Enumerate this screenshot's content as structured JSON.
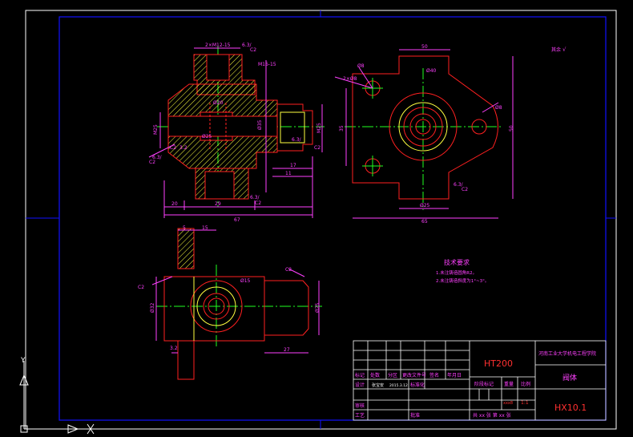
{
  "colors": {
    "background": "#000000",
    "frame_blue": "#1010ff",
    "frame_white": "#ffffff",
    "outline": "#ff2020",
    "hatch": "#ffff40",
    "centerline": "#20ff20",
    "dimension": "#ff40ff",
    "title_block": "#ffffff",
    "title_text_red": "#ff3030",
    "title_text_magenta": "#ff40ff"
  },
  "views": {
    "front": {
      "dims": [
        "2×M12-15",
        "6.3/",
        "C2",
        "M16-15",
        "Ø20",
        "Ø25",
        "M25",
        "M25",
        "Ø35",
        "6.3/",
        "6.3/",
        "C2",
        "C2",
        "C2",
        "6.3/",
        "C2",
        "3.2",
        "17",
        "11",
        "20",
        "29",
        "67"
      ]
    },
    "top": {
      "dims": [
        "50",
        "Ø8",
        "2×Ø8",
        "Ø40",
        "Ø8",
        "35",
        "50",
        "6.3/",
        "C2",
        "Ø25",
        "65"
      ]
    },
    "side": {
      "dims": [
        "5",
        "15",
        "C2",
        "C2",
        "Ø15",
        "Ø32",
        "Ø25",
        "3.2",
        "27"
      ]
    }
  },
  "roughness_note": "其余",
  "tech_req": {
    "title": "技术要求",
    "items": [
      "1.未注铸造圆角R2。",
      "2.未注铸造斜度为1°~3°。"
    ]
  },
  "title_block": {
    "material": "HT200",
    "school": "河南工业大学机电工程学院",
    "part_name": "阀体",
    "drawing_no": "HX10.1",
    "scale": "1:1",
    "weight": "xxx8",
    "labels": {
      "mark": "标记",
      "count": "处数",
      "zone": "分区",
      "change_no": "更改文件号",
      "signature": "签名",
      "date": "年月日",
      "design": "设计",
      "standard": "标准化",
      "review": "审核",
      "process": "工艺",
      "approve": "批准",
      "stage": "阶段标记",
      "weight_label": "重量",
      "scale_label": "比例",
      "sheet": "共 xx 张 第 xx 张"
    },
    "designer": "张宝安",
    "design_date": "2015.3.12"
  },
  "ucs": {
    "x": "X",
    "y": "Y"
  }
}
